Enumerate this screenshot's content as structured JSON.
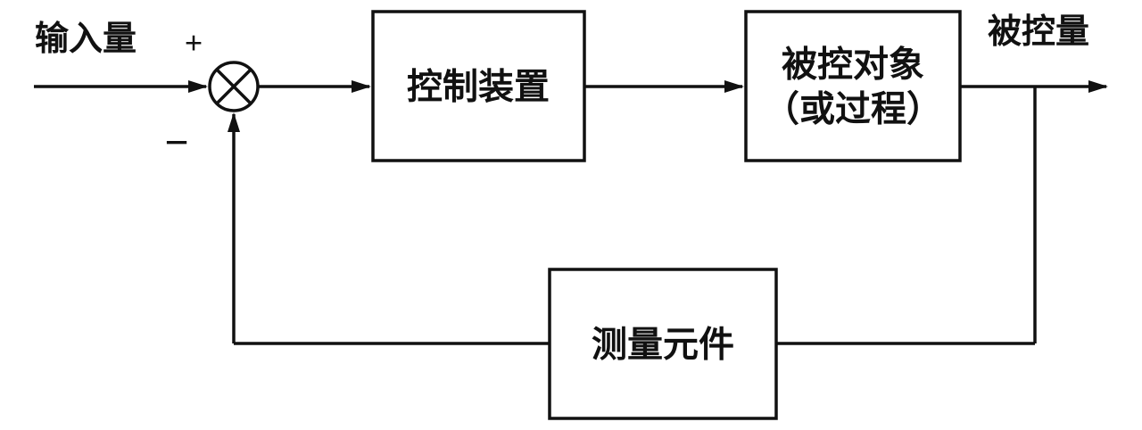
{
  "diagram": {
    "input_label": "输入量",
    "plus_sign": "+",
    "minus_sign": "−",
    "output_label": "被控量",
    "blocks": {
      "controller": "控制装置",
      "plant_line1": "被控对象",
      "plant_line2": "（或过程）",
      "sensor": "测量元件"
    },
    "colors": {
      "stroke": "#111111",
      "background": "#ffffff"
    }
  }
}
